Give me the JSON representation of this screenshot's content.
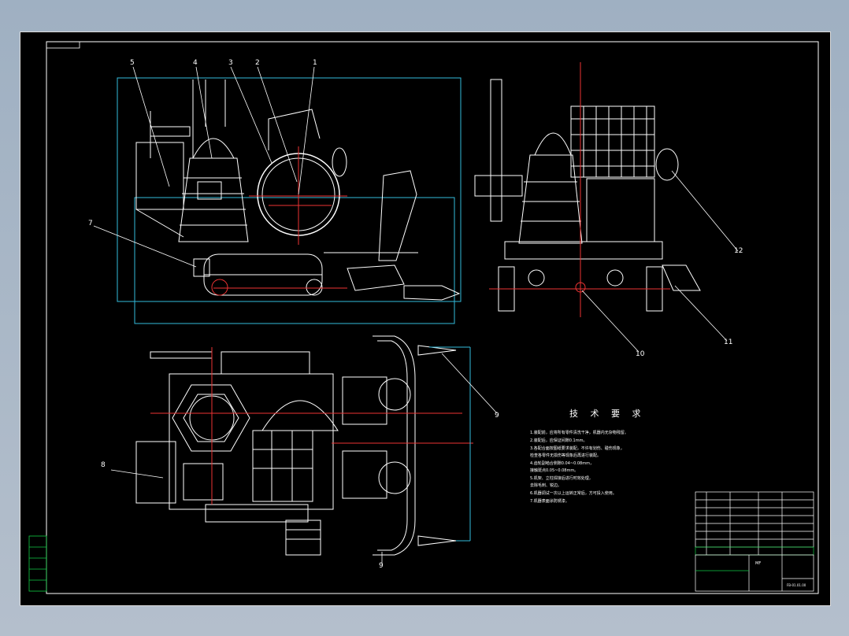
{
  "drawing": {
    "balloons": [
      "1",
      "2",
      "3",
      "4",
      "5",
      "7",
      "8",
      "9",
      "9",
      "10",
      "11",
      "12"
    ],
    "notes_title": "技 术 要 求",
    "notes": [
      "1.装配前，应将所有零件清洗干净，机器内无杂物残留。",
      "2.装配后，应保证间隙0.1mm。",
      "3.各配合面按图纸要求装配，不许有划伤、碰伤现象，",
      "  检查各零件无损伤等现象后再进行装配。",
      "4.齿轮副啮合侧隙0.04~0.08mm，",
      "  接触斑点0.05~0.08mm。",
      "5.机架、立柱焊接后进行时效处理，",
      "  去除毛刺、锐边。",
      "6.机器调试一次以上运转正常后，方可投入使用。",
      "7.机器表面涂防锈漆。"
    ],
    "title_block_label": "MF",
    "drawing_number": "FB-01.01.00"
  }
}
